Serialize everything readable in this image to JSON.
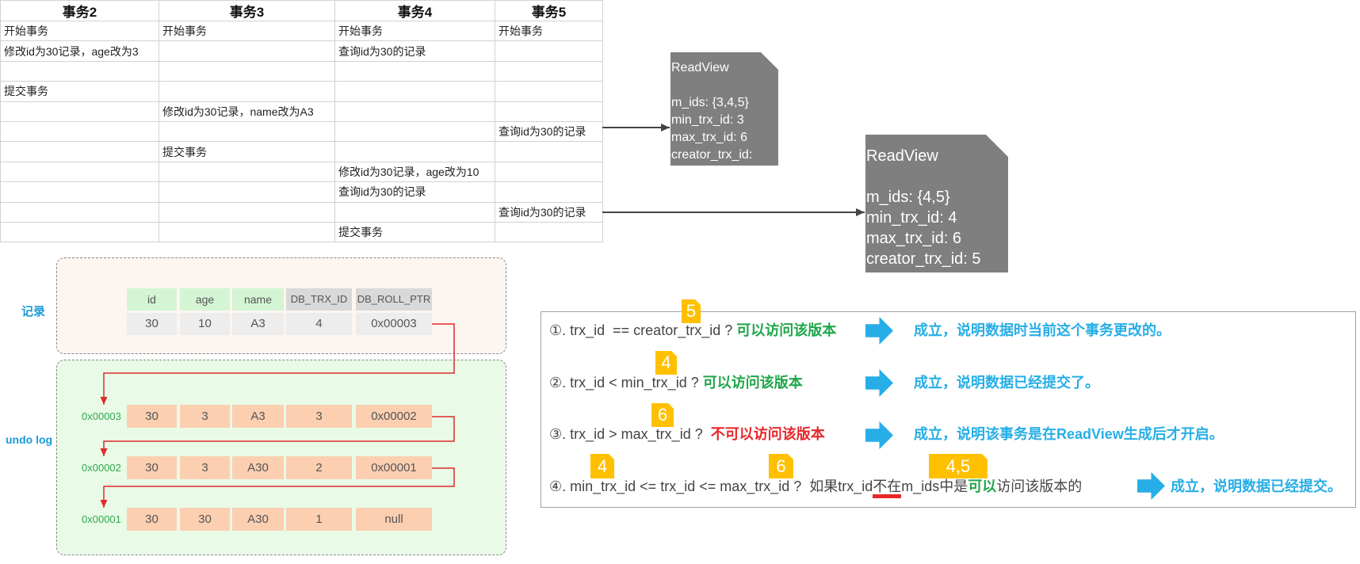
{
  "transaction_table": {
    "headers": [
      "事务2",
      "事务3",
      "事务4",
      "事务5"
    ],
    "rows": [
      [
        "开始事务",
        "开始事务",
        "开始事务",
        "开始事务"
      ],
      [
        "修改id为30记录，age改为3",
        "",
        "查询id为30的记录",
        ""
      ],
      [
        "",
        "",
        "",
        ""
      ],
      [
        "提交事务",
        "",
        "",
        ""
      ],
      [
        "",
        "修改id为30记录，name改为A3",
        "",
        ""
      ],
      [
        "",
        "",
        "",
        "查询id为30的记录"
      ],
      [
        "",
        "提交事务",
        "",
        ""
      ],
      [
        "",
        "",
        "修改id为30记录，age改为10",
        ""
      ],
      [
        "",
        "",
        "查询id为30的记录",
        ""
      ],
      [
        "",
        "",
        "",
        "查询id为30的记录"
      ],
      [
        "",
        "",
        "提交事务",
        ""
      ]
    ]
  },
  "readviews": [
    {
      "title": "ReadView",
      "lines": [
        "m_ids: {3,4,5}",
        "min_trx_id: 3",
        "max_trx_id: 6",
        "creator_trx_id:"
      ]
    },
    {
      "title": "ReadView",
      "lines": [
        "m_ids: {4,5}",
        "min_trx_id: 4",
        "max_trx_id: 6",
        "creator_trx_id: 5"
      ]
    }
  ],
  "record": {
    "label": "记录",
    "columns": [
      "id",
      "age",
      "name",
      "DB_TRX_ID",
      "DB_ROLL_PTR"
    ],
    "values": [
      "30",
      "10",
      "A3",
      "4",
      "0x00003"
    ]
  },
  "undo_log": {
    "label": "undo log",
    "entries": [
      {
        "address": "0x00003",
        "values": [
          "30",
          "3",
          "A3",
          "3",
          "0x00002"
        ]
      },
      {
        "address": "0x00002",
        "values": [
          "30",
          "3",
          "A30",
          "2",
          "0x00001"
        ]
      },
      {
        "address": "0x00001",
        "values": [
          "30",
          "30",
          "A30",
          "1",
          "null"
        ]
      }
    ]
  },
  "rules": [
    {
      "condition": "①. trx_id  == creator_trx_id ? ",
      "verdict": "可以访问该版本",
      "badges": [
        "5"
      ],
      "result": "成立，说明数据时当前这个事务更改的。"
    },
    {
      "condition": "②. trx_id < min_trx_id ? ",
      "verdict": "可以访问该版本",
      "badges": [
        "4"
      ],
      "result": "成立，说明数据已经提交了。"
    },
    {
      "condition": "③. trx_id > max_trx_id ?  ",
      "verdict": "不可以访问该版本",
      "badges": [
        "6"
      ],
      "result": "成立，说明该事务是在ReadView生成后才开启。"
    },
    {
      "condition": "④. min_trx_id <= trx_id <= max_trx_id ?  如果trx_id",
      "negation": "不在",
      "middle": "m_ids中是",
      "verdict": "可以",
      "suffix": "访问该版本的",
      "badges": [
        "4",
        "6",
        "4,5"
      ],
      "result": "成立，说明数据已经提交。"
    }
  ],
  "colors": {
    "readview_bg": "#7f7f7f",
    "badge": "#ffc000",
    "verdict_green": "#1fa64a",
    "verdict_red": "#e8262a",
    "result_blue": "#27aee6",
    "label_blue": "#1b9bd8",
    "record_header_green": "#d4f5d3",
    "record_header_gray": "#d9d9d9",
    "record_cell": "#ededed",
    "undo_cell": "#fbcfb0",
    "connector_red": "#e02b2b",
    "address_green": "#2ea84e"
  }
}
